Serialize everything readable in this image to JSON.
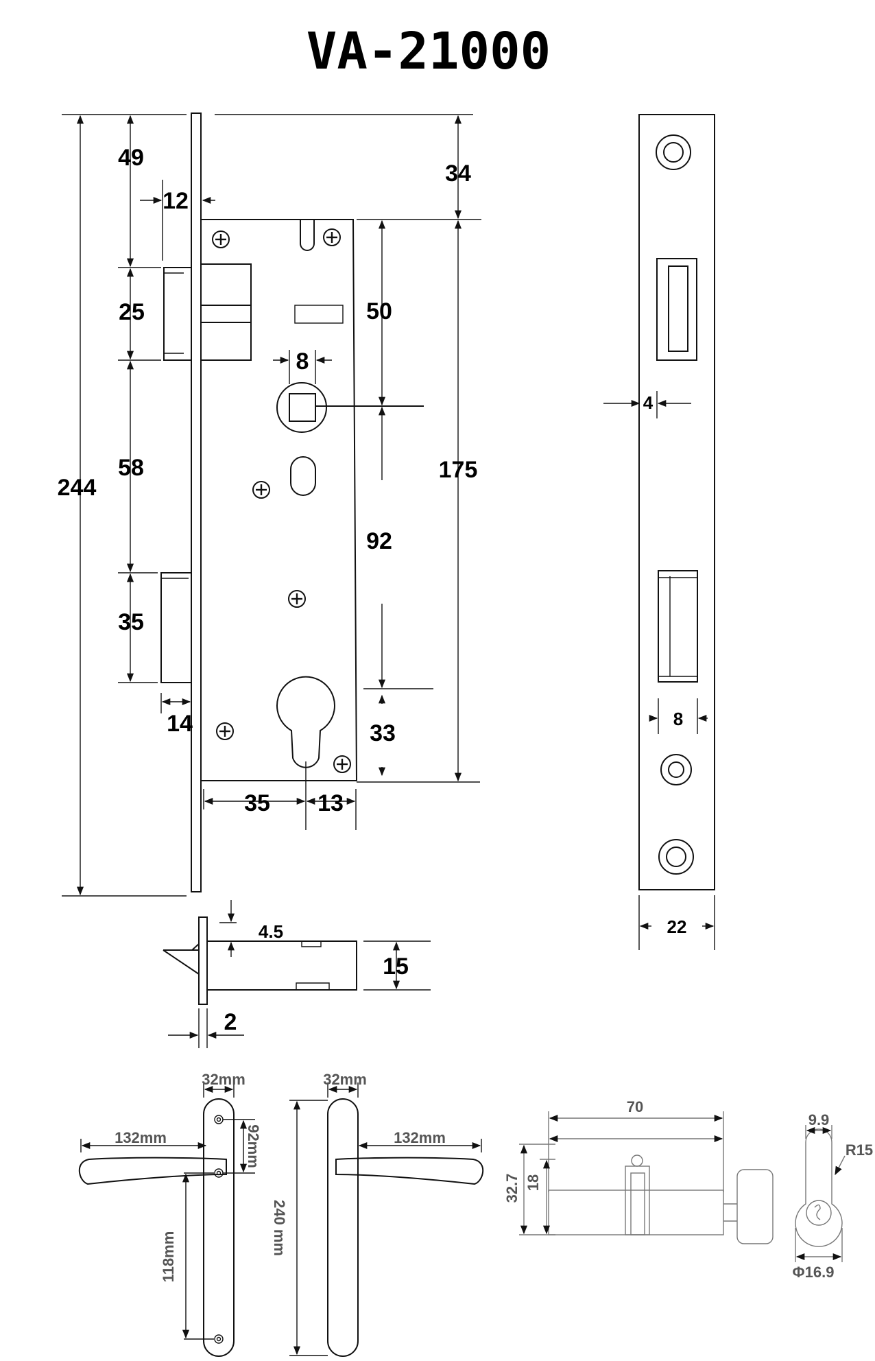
{
  "title": "VA-21000",
  "lock_body": {
    "labels": {
      "d244": "244",
      "d49": "49",
      "d12": "12",
      "d25": "25",
      "d58": "58",
      "d35v": "35",
      "d14": "14",
      "d34": "34",
      "d50": "50",
      "d8": "8",
      "d175": "175",
      "d92": "92",
      "d33": "33",
      "d35h": "35",
      "d13": "13"
    }
  },
  "faceplate": {
    "labels": {
      "d4": "4",
      "d8": "8",
      "d22": "22"
    }
  },
  "latch": {
    "labels": {
      "d45": "4.5",
      "d15": "15",
      "d2": "2"
    }
  },
  "handles": {
    "labels": {
      "w32a": "32mm",
      "w32b": "32mm",
      "l132a": "132mm",
      "l132b": "132mm",
      "h92": "92mm",
      "h118": "118mm",
      "h240": "240 mm"
    }
  },
  "cylinder": {
    "labels": {
      "d70": "70",
      "d327": "32.7",
      "d18": "18",
      "d99": "9.9",
      "r15": "R15",
      "phi169": "Φ16.9"
    }
  }
}
